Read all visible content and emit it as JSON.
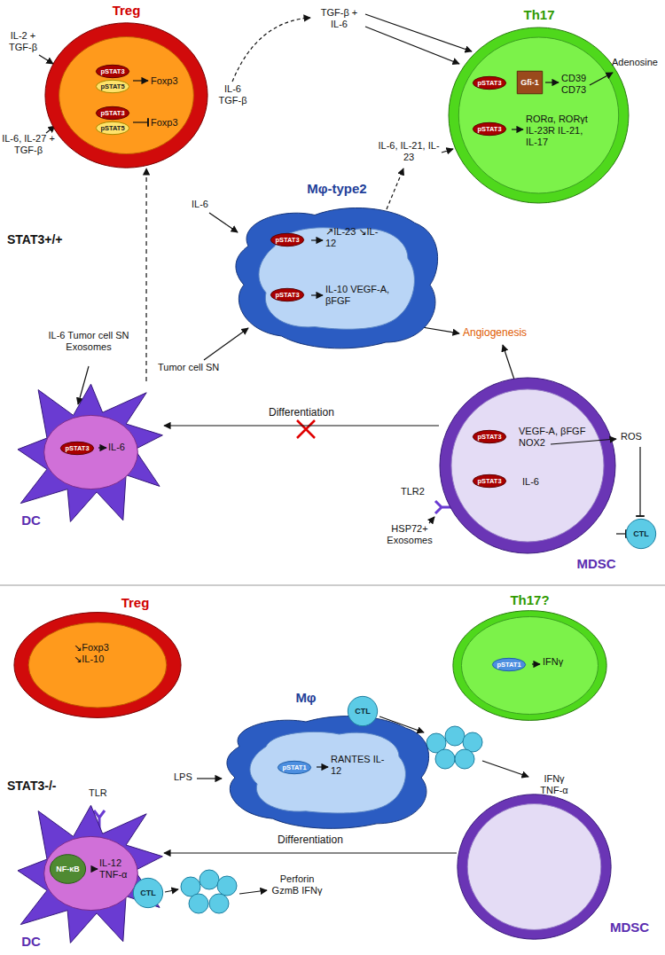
{
  "diagram": {
    "nodes": [
      {
        "text": [
          "Treg",
          "Foxp3",
          "Foxp3"
        ]
      },
      {
        "text": [
          "pSTAT3"
        ],
        "in": 0
      },
      {
        "text": [
          "pSTAT5"
        ],
        "in": 0
      },
      {
        "text": [
          "pSTAT3"
        ],
        "in": 0
      },
      {
        "text": [
          "pSTAT5"
        ],
        "in": 0
      },
      {
        "text": [
          "Th17",
          "CD39 CD73",
          "RORα, RORγt IL-23R IL-21, IL-17"
        ]
      },
      {
        "text": [
          "pSTAT3"
        ],
        "in": 5
      },
      {
        "text": [
          "Gfi-1"
        ],
        "in": 5
      },
      {
        "text": [
          "pSTAT3"
        ],
        "in": 5
      },
      {
        "text": [
          "Mφ-type2",
          "↗IL-23 ↘IL-12",
          "IL-10 VEGF-A, βFGF"
        ]
      },
      {
        "text": [
          "pSTAT3"
        ],
        "in": 9
      },
      {
        "text": [
          "pSTAT3"
        ],
        "in": 9
      },
      {
        "text": [
          "DC",
          "IL-6"
        ]
      },
      {
        "text": [
          "pSTAT3"
        ],
        "in": 12
      },
      {
        "text": [
          "MDSC",
          "VEGF-A, βFGF NOX2",
          "IL-6"
        ]
      },
      {
        "text": [
          "pSTAT3"
        ],
        "in": 14
      },
      {
        "text": [
          "pSTAT3"
        ],
        "in": 14
      },
      {
        "text": [
          "CTL"
        ]
      },
      {
        "text": [
          "Treg",
          "↘Foxp3 ↘IL-10"
        ]
      },
      {
        "text": [
          "Th17?",
          "IFNγ"
        ]
      },
      {
        "text": [
          "pSTAT1"
        ],
        "in": 19
      },
      {
        "text": [
          "Mφ",
          "RANTES IL-12"
        ]
      },
      {
        "text": [
          "pSTAT1"
        ],
        "in": 21
      },
      {
        "text": [
          "CTL"
        ]
      },
      {
        "text": [
          "DC",
          "IL-12 TNF-α"
        ]
      },
      {
        "text": [
          "NF-κB"
        ],
        "in": 24
      },
      {
        "text": [
          "CTL"
        ]
      },
      {
        "text": [
          "MDSC"
        ]
      }
    ],
    "edges": [
      {
        "from": 14,
        "to": 12,
        "arrow": "to",
        "label": "Differentiation"
      },
      {
        "from": 12,
        "to": 0,
        "arrow": "to"
      },
      {
        "from": 14,
        "to": 17,
        "arrow": "to"
      },
      {
        "from": 27,
        "to": 24,
        "arrow": "to",
        "label": "Differentiation"
      }
    ],
    "labels": [
      "STAT3+/+",
      "IL-2 + TGF-β",
      "IL-6, IL-27 + TGF-β",
      "IL-6 TGF-β",
      "TGF-β + IL-6",
      "Adenosine",
      "IL-6, IL-21, IL-23",
      "IL-6",
      "Tumor cell SN",
      "Angiogenesis",
      "IL-6 Tumor cell SN Exosomes",
      "ROS",
      "TLR2",
      "HSP72+ Exosomes",
      "STAT3-/-",
      "LPS",
      "IFNγ TNF-α",
      "TLR",
      "Perforin GzmB IFNγ"
    ]
  }
}
